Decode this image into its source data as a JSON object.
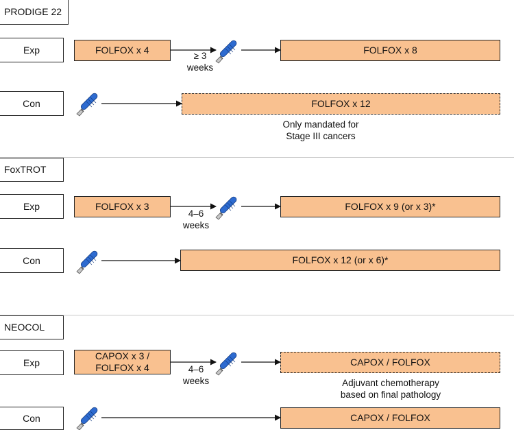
{
  "colors": {
    "treatment_fill": "#f9c190",
    "scalpel_blue": "#2e6bd0",
    "border": "#222222"
  },
  "trials": [
    {
      "name": "PRODIGE 22",
      "exp": {
        "label": "Exp",
        "pre": "FOLFOX x 4",
        "gap": "≥ 3\nweeks",
        "post": "FOLFOX x 8"
      },
      "con": {
        "label": "Con",
        "post": "FOLFOX x 12",
        "note": "Only mandated for\nStage III cancers"
      }
    },
    {
      "name": "FoxTROT",
      "exp": {
        "label": "Exp",
        "pre": "FOLFOX x 3",
        "gap": "4–6\nweeks",
        "post": "FOLFOX x 9 (or x 3)*"
      },
      "con": {
        "label": "Con",
        "post": "FOLFOX x 12 (or x 6)*"
      }
    },
    {
      "name": "NEOCOL",
      "exp": {
        "label": "Exp",
        "pre": "CAPOX x 3 /\nFOLFOX x 4",
        "gap": "4–6\nweeks",
        "post": "CAPOX / FOLFOX",
        "note": "Adjuvant chemotherapy\nbased on final pathology"
      },
      "con": {
        "label": "Con",
        "post": "CAPOX / FOLFOX"
      }
    }
  ]
}
